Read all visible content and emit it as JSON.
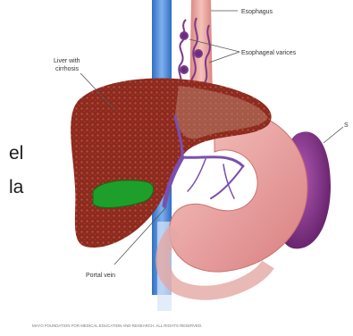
{
  "side_text": {
    "line_1": "el",
    "line_2": "la"
  },
  "labels": {
    "esophagus": "Esophagus",
    "esophageal_varices": "Esophageal varices",
    "liver_with_cirrhosis_1": "Liver with",
    "liver_with_cirrhosis_2": "cirrhosis",
    "portal_vein": "Portal vein",
    "spleen_marker": "S"
  },
  "copyright": "MAYO FOUNDATION FOR MEDICAL EDUCATION AND RESEARCH. ALL RIGHTS RESERVED.",
  "colors": {
    "liver": "#8b2a1f",
    "liver_speckle": "#c0503a",
    "gallbladder": "#1e9e2a",
    "vessel_blue": "#5a8fd6",
    "stomach": "#e9a5a5",
    "spleen": "#7d2f82",
    "varices": "#7a3a8a"
  }
}
